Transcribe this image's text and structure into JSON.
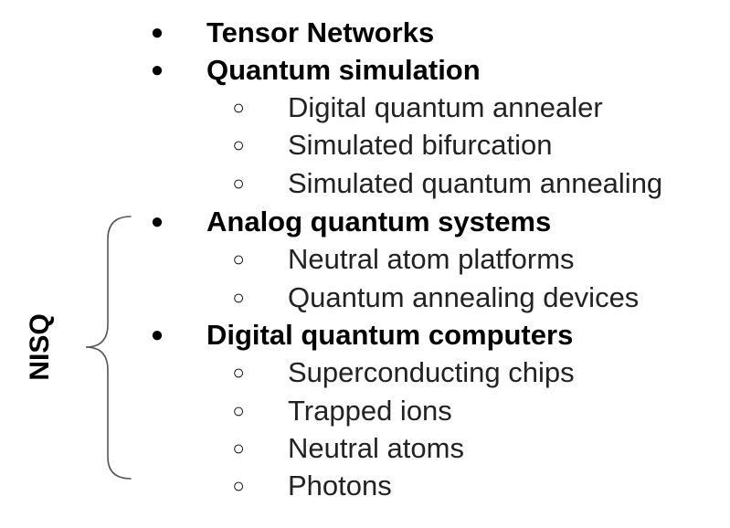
{
  "side_label": "NISQ",
  "items": [
    {
      "level": 1,
      "marker": "●",
      "text": "Tensor Networks"
    },
    {
      "level": 1,
      "marker": "●",
      "text": "Quantum simulation"
    },
    {
      "level": 2,
      "marker": "○",
      "text": "Digital quantum annealer"
    },
    {
      "level": 2,
      "marker": "○",
      "text": "Simulated bifurcation"
    },
    {
      "level": 2,
      "marker": "○",
      "text": "Simulated quantum annealing"
    },
    {
      "level": 1,
      "marker": "●",
      "text": "Analog quantum systems"
    },
    {
      "level": 2,
      "marker": "○",
      "text": "Neutral atom platforms"
    },
    {
      "level": 2,
      "marker": "○",
      "text": "Quantum annealing devices"
    },
    {
      "level": 1,
      "marker": "●",
      "text": "Digital quantum computers"
    },
    {
      "level": 2,
      "marker": "○",
      "text": "Superconducting chips"
    },
    {
      "level": 2,
      "marker": "○",
      "text": "Trapped ions"
    },
    {
      "level": 2,
      "marker": "○",
      "text": "Neutral atoms"
    },
    {
      "level": 2,
      "marker": "○",
      "text": "Photons"
    }
  ],
  "colors": {
    "bracket": "#555555"
  }
}
